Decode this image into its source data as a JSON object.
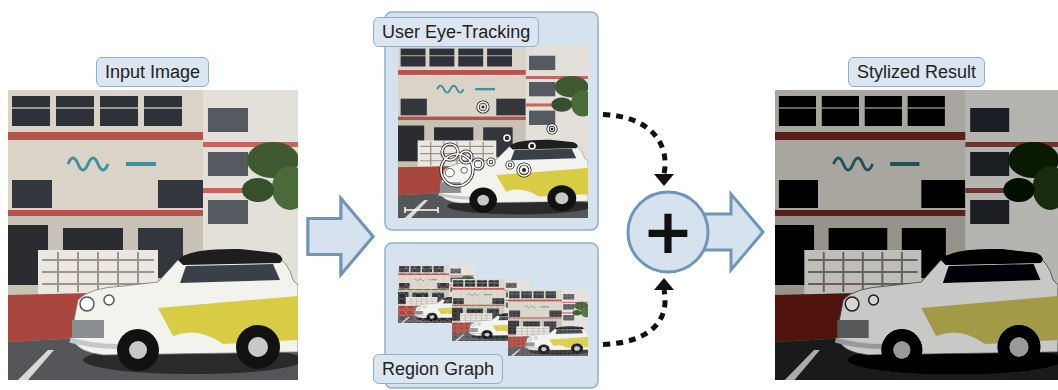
{
  "diagram": {
    "nodes": [
      {
        "text": [
          "Input Image"
        ]
      },
      {
        "text": [
          "User Eye-Tracking"
        ]
      },
      {
        "text": [
          "Region Graph"
        ]
      },
      {
        "text": [
          "+"
        ]
      },
      {
        "text": [
          "Stylized Result"
        ]
      }
    ],
    "edges": [
      {
        "from": 0,
        "to": 1,
        "arrow": "to"
      },
      {
        "from": 0,
        "to": 2,
        "arrow": "to"
      },
      {
        "from": 1,
        "to": 3,
        "arrow": "to"
      },
      {
        "from": 2,
        "to": 3,
        "arrow": "to"
      },
      {
        "from": 3,
        "to": 4,
        "arrow": "to"
      }
    ]
  }
}
